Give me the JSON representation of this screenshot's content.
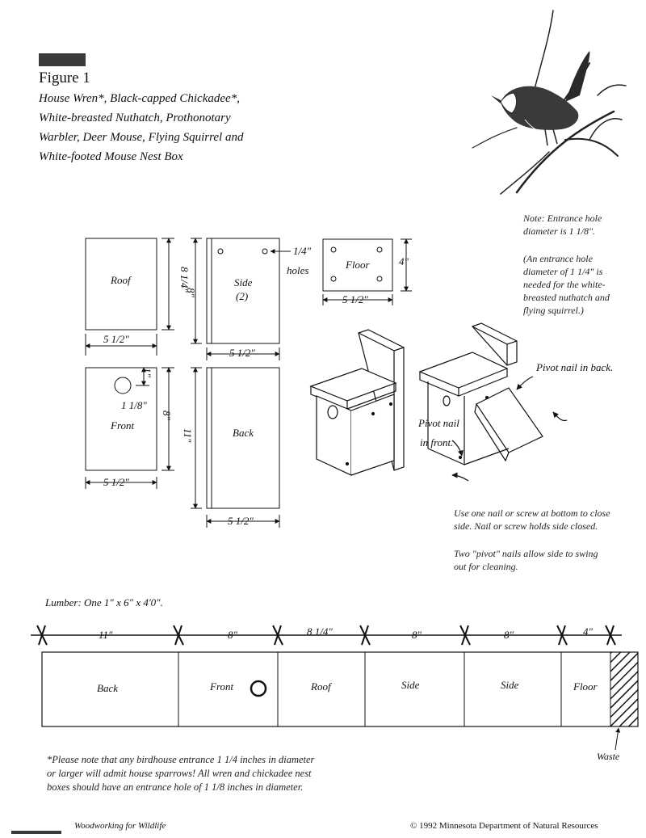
{
  "figure": {
    "label": "Figure 1",
    "caption_lines": [
      "House Wren*, Black-capped Chickadee*,",
      "White-breasted Nuthatch, Prothonotary",
      "Warbler, Deer Mouse, Flying Squirrel and",
      "White-footed Mouse Nest Box"
    ]
  },
  "notes": {
    "entrance_lines": [
      "Note: Entrance hole",
      "diameter is 1 1/8\"."
    ],
    "alt_lines": [
      "(An entrance hole",
      "diameter of 1 1/4\" is",
      "needed for the white-",
      "breasted nuthatch and",
      "flying squirrel.)"
    ],
    "nail_lines": [
      "Use one nail or screw at bottom to close",
      "side. Nail or screw holds side closed."
    ],
    "pivot_lines": [
      "Two \"pivot\" nails allow side to swing",
      "out for cleaning."
    ]
  },
  "parts": {
    "roof": "Roof",
    "side": "Side",
    "side_count": "(2)",
    "floor": "Floor",
    "front": "Front",
    "back": "Back"
  },
  "dims": {
    "w512": "5 1/2\"",
    "h814": "8 1/4\"",
    "h8": "8\"",
    "h11": "11\"",
    "h4": "4\"",
    "h1": "1\"",
    "hole118": "1 1/8\"",
    "quarter": "1/4\"",
    "holes": "holes"
  },
  "callouts": {
    "pivot_back": "Pivot nail in back.",
    "pivot_front_1": "Pivot nail",
    "pivot_front_2": "in front."
  },
  "lumber": {
    "label": "Lumber: One 1\" x 6\" x 4'0\".",
    "segments": [
      {
        "name": "Back",
        "length": "11\""
      },
      {
        "name": "Front",
        "length": "8\""
      },
      {
        "name": "Roof",
        "length": "8 1/4\""
      },
      {
        "name": "Side",
        "length": "8\""
      },
      {
        "name": "Side",
        "length": "8\""
      },
      {
        "name": "Floor",
        "length": "4\""
      }
    ],
    "waste": "Waste"
  },
  "footnote_lines": [
    "*Please note that any birdhouse entrance 1 1/4 inches in diameter",
    "or larger will admit house sparrows! All wren and chickadee nest",
    "boxes should have an entrance hole of 1 1/8 inches in diameter."
  ],
  "footer": {
    "left": "Woodworking for Wildlife",
    "right": "© 1992 Minnesota Department of Natural Resources"
  }
}
